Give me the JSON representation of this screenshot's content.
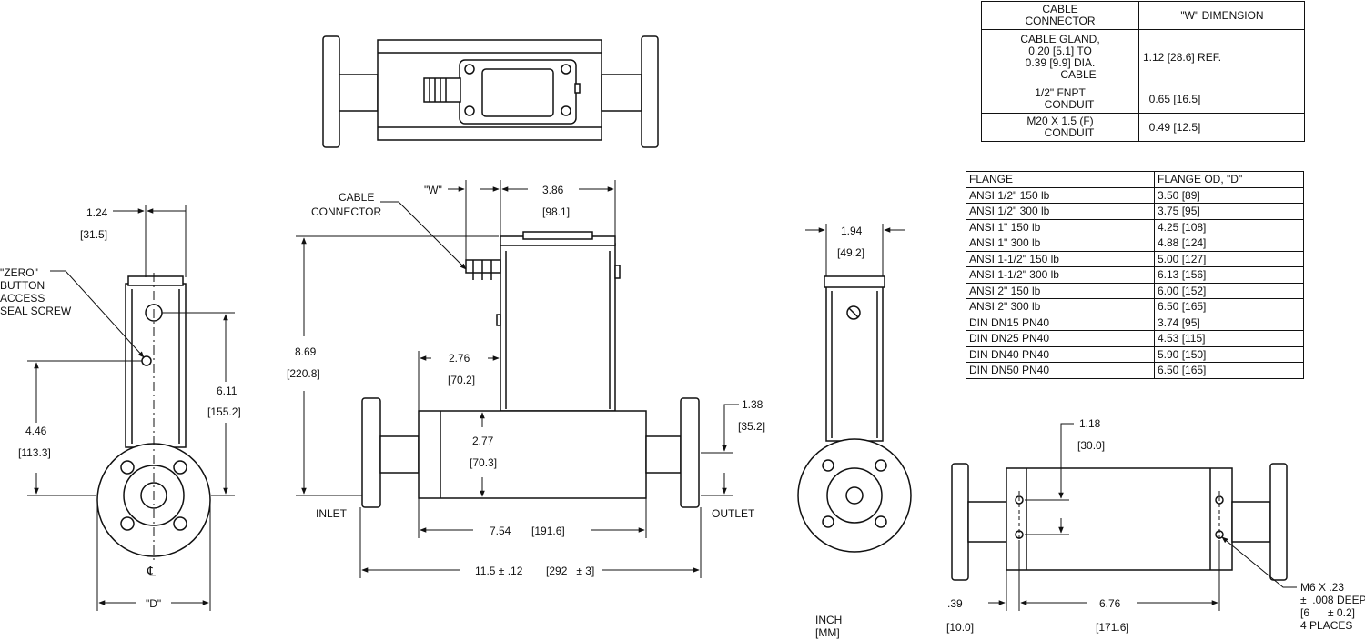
{
  "cable_table": {
    "headers": [
      "CABLE\nCONNECTOR",
      "\"W\" DIMENSION"
    ],
    "rows": [
      [
        "CABLE GLAND,\n0.20 [5.1] TO\n0.39 [9.9] DIA.\n            CABLE",
        "1.12 [28.6] REF."
      ],
      [
        "1/2\" FNPT\n      CONDUIT",
        "  0.65 [16.5]"
      ],
      [
        "M20 X 1.5 (F)\n      CONDUIT",
        "  0.49 [12.5]"
      ]
    ]
  },
  "flange_table": {
    "headers": [
      "FLANGE",
      "FLANGE OD, \"D\""
    ],
    "rows": [
      [
        "ANSI 1/2\" 150 lb",
        "3.50 [89]"
      ],
      [
        "ANSI 1/2\" 300 lb",
        "3.75 [95]"
      ],
      [
        "ANSI 1\" 150 lb",
        "4.25 [108]"
      ],
      [
        "ANSI 1\" 300 lb",
        "4.88 [124]"
      ],
      [
        "ANSI 1-1/2\" 150 lb",
        "5.00 [127]"
      ],
      [
        "ANSI 1-1/2\" 300 lb",
        "6.13 [156]"
      ],
      [
        "ANSI 2\" 150 lb",
        "6.00 [152]"
      ],
      [
        "ANSI 2\" 300 lb",
        "6.50 [165]"
      ],
      [
        "DIN DN15 PN40",
        "3.74 [95]"
      ],
      [
        "DIN DN25 PN40",
        "4.53 [115]"
      ],
      [
        "DIN DN40 PN40",
        "5.90 [150]"
      ],
      [
        "DIN DN50 PN40",
        "6.50 [165]"
      ]
    ]
  },
  "labels": {
    "zero_button": [
      "\"ZERO\"",
      "BUTTON",
      "ACCESS",
      "SEAL SCREW"
    ],
    "cable_connector": [
      "CABLE",
      "CONNECTOR"
    ],
    "inlet": "INLET",
    "outlet": "OUTLET",
    "centerline": "℄",
    "units": [
      "INCH",
      "[MM]"
    ],
    "mount_holes": [
      "M6 X .23",
      "±  .008 DEEP",
      "[6      ± 0.2]",
      "4 PLACES"
    ]
  },
  "dimensions": {
    "d124": {
      "in": "1.24",
      "mm": "31.5"
    },
    "d446": {
      "in": "4.46",
      "mm": "113.3"
    },
    "d611": {
      "in": "6.11",
      "mm": "155.2"
    },
    "dD": "\"D\"",
    "dW": "\"W\"",
    "d386": {
      "in": "3.86",
      "mm": "98.1"
    },
    "d869": {
      "in": "8.69",
      "mm": "220.8"
    },
    "d276": {
      "in": "2.76",
      "mm": "70.2"
    },
    "d277": {
      "in": "2.77",
      "mm": "70.3"
    },
    "d138": {
      "in": "1.38",
      "mm": "35.2"
    },
    "d754": {
      "in": "7.54",
      "mm": "191.6"
    },
    "d115": {
      "in": "11.5 ± .12",
      "mm": "292   ± 3"
    },
    "d194": {
      "in": "1.94",
      "mm": "49.2"
    },
    "d118": {
      "in": "1.18",
      "mm": "30.0"
    },
    "d039": {
      "in": ".39",
      "mm": "10.0"
    },
    "d676": {
      "in": "6.76",
      "mm": "171.6"
    }
  }
}
